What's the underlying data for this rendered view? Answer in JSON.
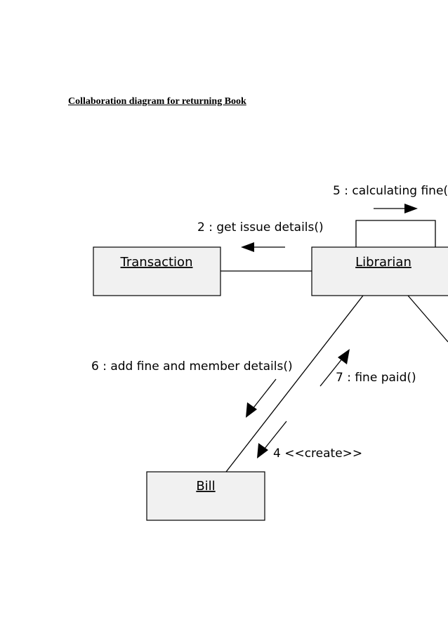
{
  "page": {
    "heading": "Collaboration diagram for returning Book"
  },
  "objects": {
    "transaction": "Transaction",
    "librarian": "Librarian",
    "bill": "Bill"
  },
  "messages": {
    "m2": "2 : get issue details()",
    "m5": "5 : calculating fine(",
    "m6": "6 : add fine and member details()",
    "m7": "7 : fine paid()",
    "m4": "4 <<create>>"
  }
}
